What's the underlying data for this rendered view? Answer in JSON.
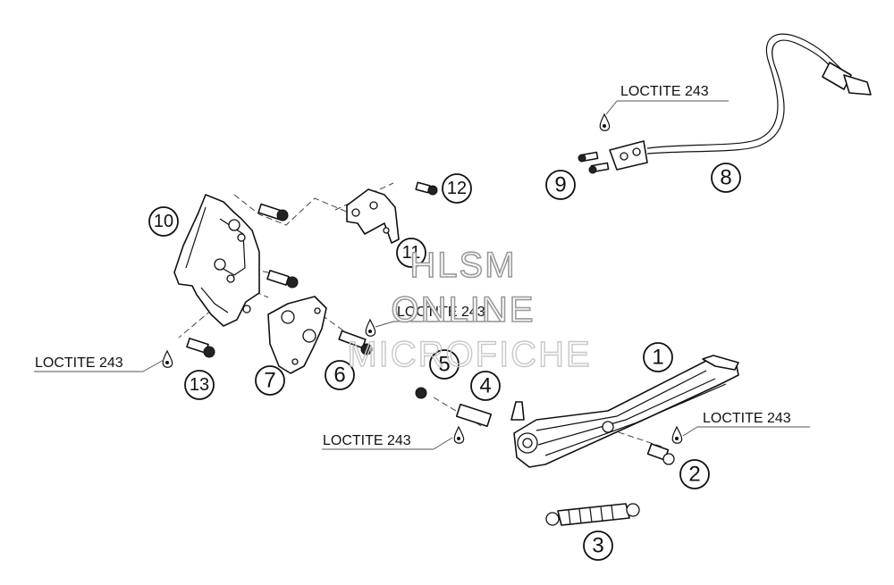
{
  "callouts": [
    "1",
    "2",
    "3",
    "4",
    "5",
    "6",
    "7",
    "8",
    "9",
    "10",
    "11",
    "12",
    "13"
  ],
  "loctite_label": "LOCTITE 243",
  "watermark": {
    "line1": "HLSM",
    "line2": "ONLINE",
    "line3": "MICROFICHE"
  }
}
